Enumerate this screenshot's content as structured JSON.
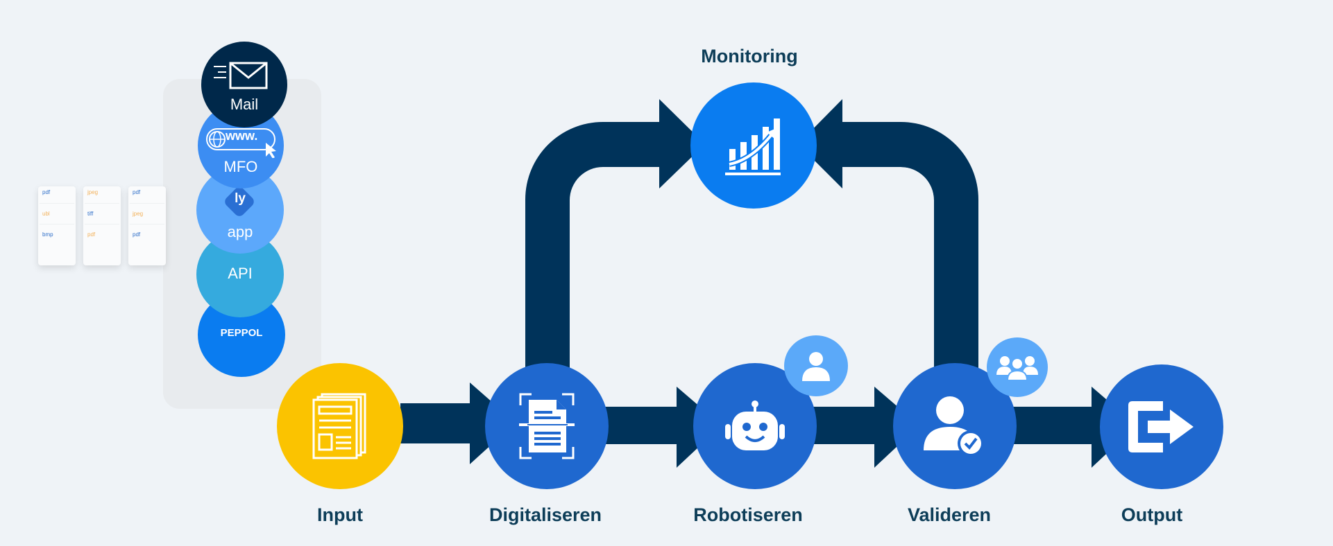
{
  "title": "Monitoring",
  "stages": [
    {
      "label": "Input",
      "icon": "documents-icon",
      "color": "#fbc300"
    },
    {
      "label": "Digitaliseren",
      "icon": "document-scan-icon",
      "color": "#1f68cf"
    },
    {
      "label": "Robotiseren",
      "icon": "robot-icon",
      "color": "#1f68cf"
    },
    {
      "label": "Valideren",
      "icon": "user-check-icon",
      "color": "#1f68cf"
    },
    {
      "label": "Output",
      "icon": "exit-icon",
      "color": "#1f68cf"
    }
  ],
  "monitoring": {
    "icon": "growth-chart-icon",
    "color": "#0a7cf0"
  },
  "channels": [
    {
      "label": "Mail",
      "icon": "envelope-icon",
      "color": "#00284a"
    },
    {
      "label": "MFO",
      "icon": "www-icon",
      "icon_text": "www.",
      "color": "#3c8df2"
    },
    {
      "label": "app",
      "icon": "ly-logo-icon",
      "icon_text": "ly",
      "color": "#5ca8fb"
    },
    {
      "label": "API",
      "color": "#35aade"
    },
    {
      "label": "PEPPOL",
      "color": "#0a7cf0"
    }
  ],
  "file_cards": [
    [
      "pdf",
      "ubl",
      "bmp"
    ],
    [
      "jpeg",
      "tiff",
      "pdf"
    ],
    [
      "pdf",
      "jpeg",
      "pdf"
    ]
  ],
  "badges": [
    {
      "icon": "single-user-icon",
      "color": "#5ba9f9"
    },
    {
      "icon": "user-group-icon",
      "color": "#5ba9f9"
    }
  ],
  "colors": {
    "background": "#eff3f7",
    "flow": "#00335a",
    "label": "#0d3d58"
  }
}
